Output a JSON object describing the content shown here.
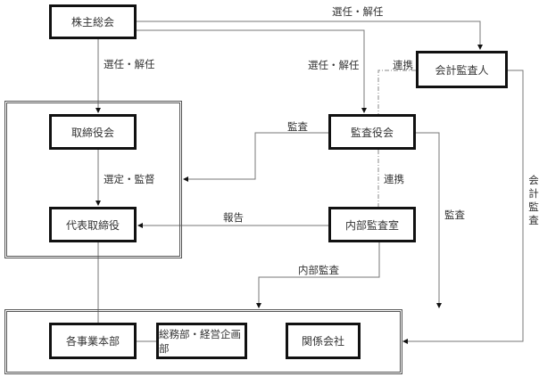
{
  "nodes": {
    "shareholders_meeting": "株主総会",
    "board_of_directors": "取締役会",
    "representative_director": "代表取締役",
    "accounting_auditor": "会計監査人",
    "audit_board": "監査役会",
    "internal_audit_office": "内部監査室",
    "business_divisions": "各事業本部",
    "general_affairs_planning": "総務部・経営企画部",
    "affiliated_companies": "関係会社"
  },
  "edges": {
    "shareholders_to_board": "選任・解任",
    "shareholders_to_audit_board": "選任・解任",
    "shareholders_to_accounting_auditor": "選任・解任",
    "board_to_representative": "選定・監督",
    "accounting_auditor_audit_board_link": "連携",
    "audit_board_to_board": "監査",
    "audit_board_internal_audit_link": "連携",
    "audit_board_to_operations": "監査",
    "internal_audit_to_representative": "報告",
    "internal_audit_to_operations": "内部監査",
    "accounting_audit": "会計監査"
  }
}
